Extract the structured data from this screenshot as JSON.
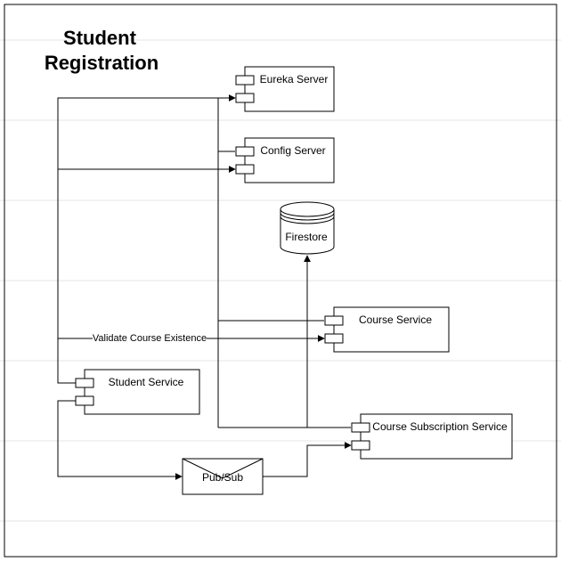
{
  "diagram": {
    "title_line1": "Student",
    "title_line2": "Registration",
    "components": {
      "eureka": "Eureka Server",
      "config": "Config Server",
      "firestore": "Firestore",
      "course": "Course Service",
      "student": "Student Service",
      "subscription": "Course Subscription Service",
      "pubsub": "Pub/Sub"
    },
    "edge_labels": {
      "validate": "Validate Course Existence"
    }
  }
}
